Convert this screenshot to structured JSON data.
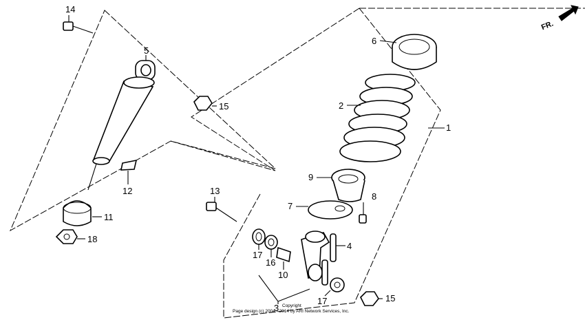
{
  "labels": {
    "p1": "1",
    "p2": "2",
    "p3": "3",
    "p4": "4",
    "p5": "5",
    "p6": "6",
    "p7": "7",
    "p8": "8",
    "p9": "9",
    "p10": "10",
    "p11": "11",
    "p12": "12",
    "p13": "13",
    "p14": "14",
    "p15a": "15",
    "p15b": "15",
    "p16": "16",
    "p17a": "17",
    "p17b": "17",
    "p18": "18"
  },
  "direction": "FR.",
  "copyright": {
    "line1": "Copyright",
    "line2": "Page design (c) 2004 - 2014 by ARI Network Services, Inc."
  }
}
